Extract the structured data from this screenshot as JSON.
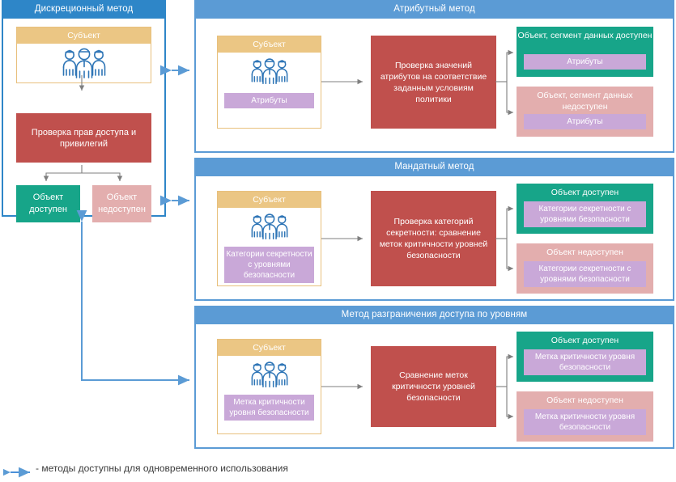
{
  "legend": {
    "arrow_icon": "double-arrow-icon",
    "text": "- методы доступны для одновременного использования",
    "arrow_color": "#4A90D9"
  },
  "colors": {
    "panel_header_blue": "#5B9BD5",
    "panel_header_blue_dark": "#2E86C8",
    "subject_header": "#EBC684",
    "process_red": "#C0504D",
    "result_ok_green": "#17A589",
    "result_no_pink": "#E3AEAE",
    "chip_purple": "#C9A8D8",
    "icon_blue": "#2E75B6",
    "connector_gray": "#808080"
  },
  "panels": {
    "discretionary": {
      "title": "Дискреционный метод",
      "subject": {
        "label": "Субъект",
        "icon": "people-icon"
      },
      "process": "Проверка прав доступа и привилегий",
      "results": [
        {
          "state": "ok",
          "label": "Объект доступен"
        },
        {
          "state": "no",
          "label": "Объект недоступен"
        }
      ]
    },
    "attribute": {
      "title": "Атрибутный метод",
      "subject": {
        "label": "Субъект",
        "icon": "people-icon",
        "chip": "Атрибуты"
      },
      "process": "Проверка значений атрибутов на соответствие заданным условиям политики",
      "results": [
        {
          "state": "ok",
          "label": "Объект, сегмент данных доступен",
          "chip": "Атрибуты"
        },
        {
          "state": "no",
          "label": "Объект, сегмент данных недоступен",
          "chip": "Атрибуты"
        }
      ]
    },
    "mandatory": {
      "title": "Мандатный метод",
      "subject": {
        "label": "Субъект",
        "icon": "people-icon",
        "chip": "Категории секретности с уровнями безопасности"
      },
      "process": "Проверка категорий секретности: сравнение меток критичности уровней безопасности",
      "results": [
        {
          "state": "ok",
          "label": "Объект доступен",
          "chip": "Категории секретности с уровнями безопасности"
        },
        {
          "state": "no",
          "label": "Объект недоступен",
          "chip": "Категории секретности с уровнями безопасности"
        }
      ]
    },
    "levels": {
      "title": "Метод разграничения доступа по уровням",
      "subject": {
        "label": "Субъект",
        "icon": "people-icon",
        "chip": "Метка критичности уровня безопасности"
      },
      "process": "Сравнение меток критичности уровней безопасности",
      "results": [
        {
          "state": "ok",
          "label": "Объект доступен",
          "chip": "Метка критичности уровня безопасности"
        },
        {
          "state": "no",
          "label": "Объект недоступен",
          "chip": "Метка критичности уровня безопасности"
        }
      ]
    }
  }
}
